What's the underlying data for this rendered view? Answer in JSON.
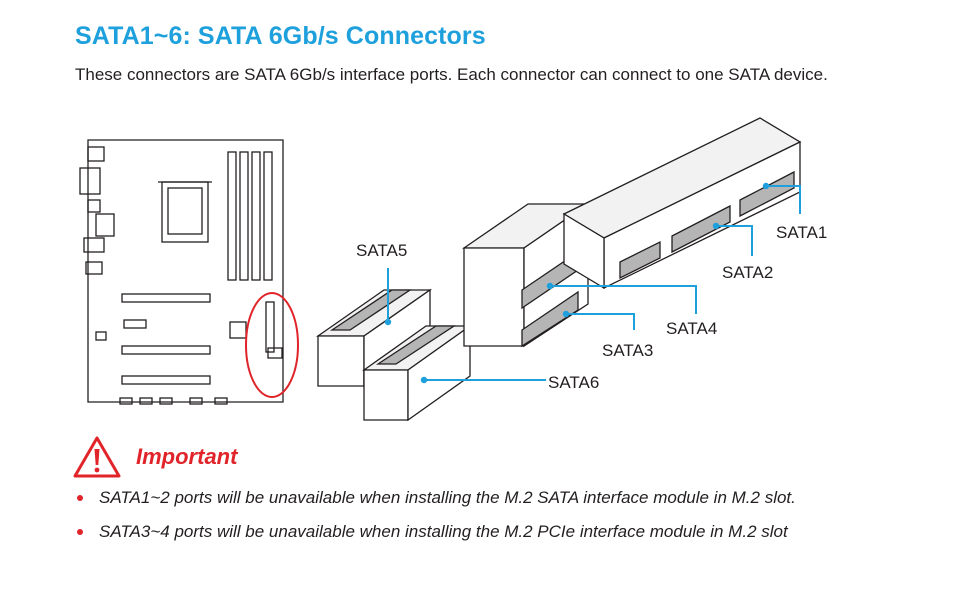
{
  "section": {
    "title": "SATA1~6: SATA 6Gb/s Connectors",
    "description": "These connectors are SATA 6Gb/s interface ports. Each connector can connect to one SATA device."
  },
  "diagram": {
    "labels": {
      "sata1": "SATA1",
      "sata2": "SATA2",
      "sata3": "SATA3",
      "sata4": "SATA4",
      "sata5": "SATA5",
      "sata6": "SATA6"
    },
    "callout_color": "#1ea0dc",
    "highlight_color": "#e0242a"
  },
  "important": {
    "heading": "Important",
    "icon": "warning-triangle-icon",
    "notes": [
      "SATA1~2 ports will be unavailable when installing the M.2 SATA interface module in M.2 slot.",
      "SATA3~4 ports will be unavailable when installing the M.2 PCIe interface module in M.2 slot"
    ]
  }
}
